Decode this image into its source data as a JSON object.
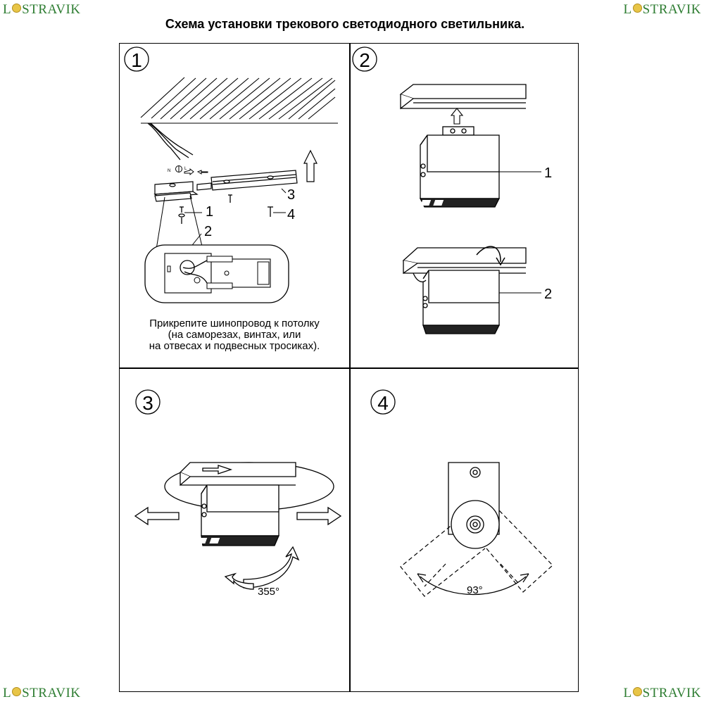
{
  "brand": {
    "prefix": "L",
    "suffix": "STRAVIK",
    "color": "#2e7d32",
    "dot_color": "#e8c547"
  },
  "title": "Схема установки трекового светодиодного светильника.",
  "steps": [
    {
      "number": "1",
      "callouts": [
        "1",
        "2",
        "3",
        "4"
      ],
      "wire_labels": [
        "N",
        "L"
      ],
      "caption_lines": [
        "Прикрепите шинопровод к потолку",
        "(на саморезах, винтах, или",
        "на отвесах и подвесных тросиках)."
      ]
    },
    {
      "number": "2",
      "callouts": [
        "1",
        "2"
      ]
    },
    {
      "number": "3",
      "rotation_label": "355°"
    },
    {
      "number": "4",
      "tilt_label": "93°"
    }
  ]
}
